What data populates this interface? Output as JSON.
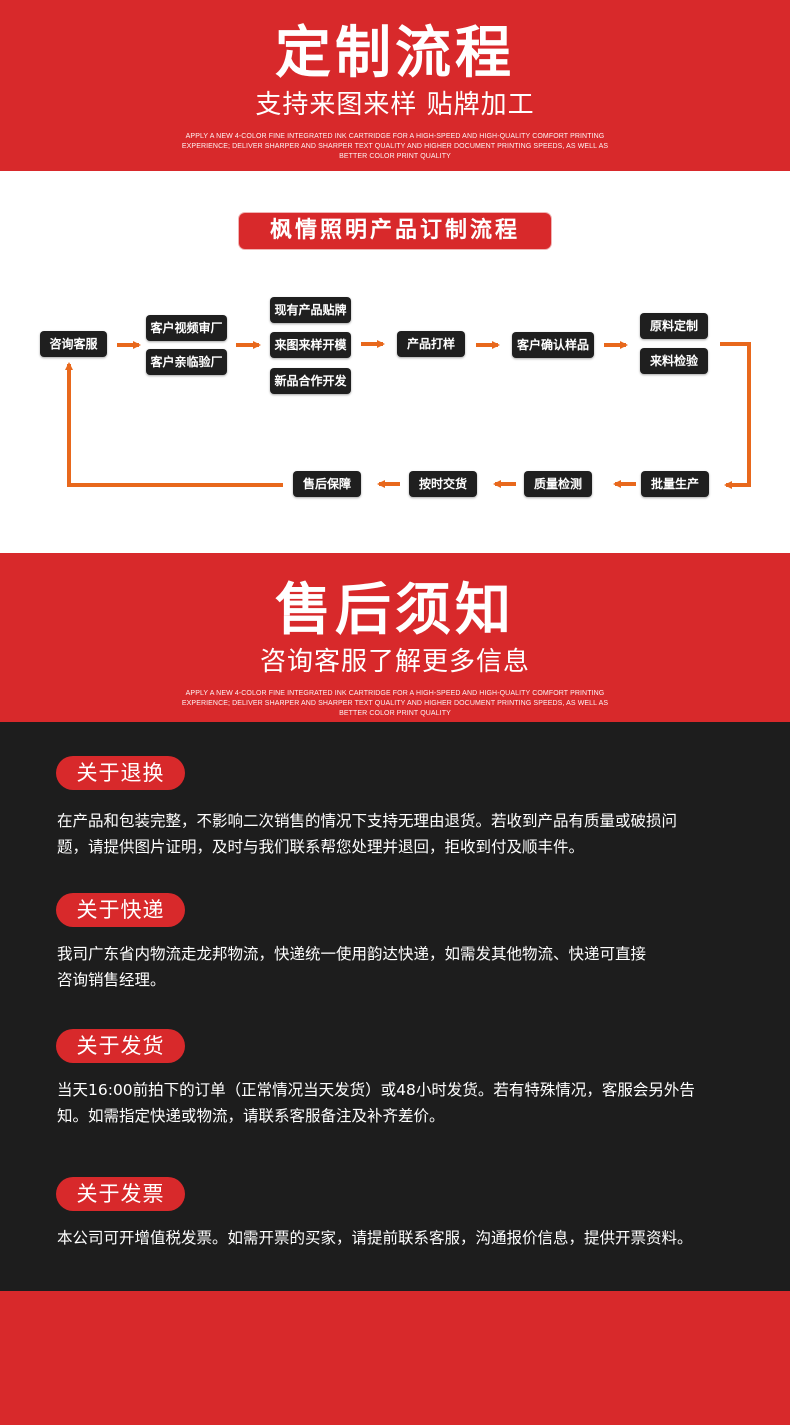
{
  "banner_process": {
    "title": "定制流程",
    "subtitle": "支持来图来样 贴牌加工",
    "fine_print": "APPLY A NEW 4-COLOR FINE INTEGRATED INK CARTRIDGE FOR A HIGH-SPEED AND HIGH-QUALITY COMFORT PRINTING EXPERIENCE; DELIVER SHARPER AND SHARPER TEXT QUALITY AND HIGHER DOCUMENT PRINTING SPEEDS, AS WELL AS BETTER COLOR PRINT QUALITY"
  },
  "process": {
    "heading": "枫情照明产品订制流程",
    "nodes": {
      "consult": "咨询客服",
      "video_review": "客户视频审厂",
      "site_visit": "客户亲临验厂",
      "existing_label": "现有产品贴牌",
      "sample_mold": "来图来样开模",
      "new_product": "新品合作开发",
      "proofing": "产品打样",
      "confirm_sample": "客户确认样品",
      "custom_material": "原料定制",
      "material_check": "来料检验",
      "mass_production": "批量生产",
      "quality_check": "质量检测",
      "on_time_delivery": "按时交货",
      "after_sales": "售后保障"
    }
  },
  "banner_aftersales": {
    "title": "售后须知",
    "subtitle": "咨询客服了解更多信息",
    "fine_print": "APPLY A NEW 4-COLOR FINE INTEGRATED INK CARTRIDGE FOR A HIGH-SPEED AND HIGH-QUALITY COMFORT PRINTING EXPERIENCE; DELIVER SHARPER AND SHARPER TEXT QUALITY AND HIGHER DOCUMENT PRINTING SPEEDS, AS WELL AS BETTER COLOR PRINT QUALITY"
  },
  "notices": {
    "returns": {
      "tag": "关于退换",
      "line1": "在产品和包装完整，不影响二次销售的情况下支持无理由退货。若收到产品有质量或破损问",
      "line2": "题，请提供图片证明，及时与我们联系帮您处理并退回，拒收到付及顺丰件。"
    },
    "express": {
      "tag": "关于快递",
      "line1": "我司广东省内物流走龙邦物流，快递统一使用韵达快递，如需发其他物流、快递可直接",
      "line2": "咨询销售经理。"
    },
    "shipping": {
      "tag": "关于发货",
      "line1": "当天16:00前拍下的订单（正常情况当天发货）或48小时发货。若有特殊情况，客服会另外告",
      "line2": "知。如需指定快递或物流，请联系客服备注及补齐差价。"
    },
    "invoice": {
      "tag": "关于发票",
      "line1": "本公司可开增值税发票。如需开票的买家，请提前联系客服，沟通报价信息，提供开票资料。"
    }
  },
  "colors": {
    "brand_red": "#d8292b",
    "flow_orange": "#e8681c",
    "node_dark": "#1f1f1f",
    "notice_bg": "#1d1d1d"
  }
}
